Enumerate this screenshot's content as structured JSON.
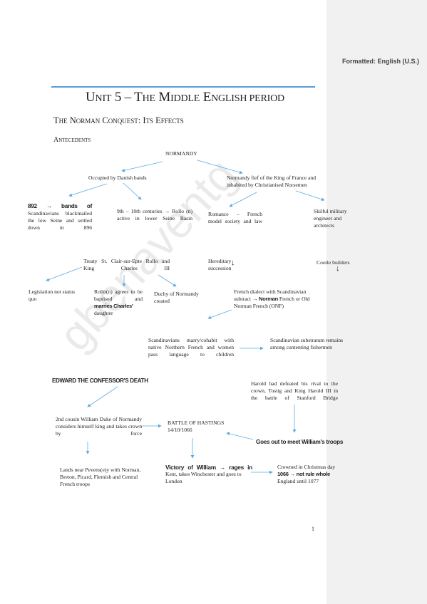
{
  "sidebar": {
    "label": "Formatted: English (U.S.)"
  },
  "title": {
    "big1": "U",
    "small1": "NIT",
    "num": "5 – T",
    "small2": "HE",
    "big2": "M",
    "small3": "IDDLE",
    "big3": "E",
    "small4": "NGLISH PERIOD"
  },
  "subtitle": "The Norman Conquest: Its Effects",
  "section_heading": "Antecedents",
  "nodes": {
    "normandy": "NORMANDY",
    "danish": "Occupied by Danish bands",
    "fief": "Normandy fief of the King of France and inhabited by Christianised Norsemen",
    "bands892_bold": "892 → bands of",
    "bands892_rest": "Scandinavians blackmailed the low Seine and settled down in 896",
    "centuries_pre": "9th – 10th centuries → Rollo (n) active in lower Seine Basin",
    "centuries_bold": "centuries →",
    "romance": "Romance – French model society and law",
    "military": "Skilful military engineer and architects",
    "hereditary_arrow": "↓",
    "hereditary": "Hereditary succession",
    "cootle_arrow": "↓",
    "cootle": "Cootle builders",
    "treaty": "Treaty St. Clair-sur-Epte Rollo and King Charles III",
    "legislation": "Legislation not status quo",
    "rollo_baptised": "Rollo(n) agrees to be baptised and",
    "rollo_bold": "marries Charles'",
    "rollo_end": "daughter",
    "duchy": "Duchy of Normandy created",
    "dialect_1": "French dialect with Scandinavian subtract",
    "dialect_bold": "→ Norman",
    "dialect_2": "French or Old Norman French (ONF)",
    "marry": "Scandinavians marry/cohabit with native Northern French and women pass language to children",
    "substratum": "Scandinavian substratum remains among contenting fishermen",
    "edward": "EDWARD THE CONFESSOR'S DEATH",
    "harold": "Harold had defeated his rival to the crown, Tostig and King Harold III in the battle of Stanford Bridge",
    "cousin": "2nd cousin William Duke of Normandy considers himself king and takes crown by force",
    "battle_1": "BATTLE OF HASTINGS",
    "battle_2": "14/10/1066",
    "goes_out": "Goes out to meet William's troops",
    "lands": "Lands near Pevens(e)y with Norman, Breton, Picard, Flemish and Central French troops",
    "victory_bold": "Victory of William → rages in",
    "victory_rest": "Kent, takes Winchester and goes to London",
    "crowned_1": "Crowned in Christmas day",
    "crowned_bold": "1066 → not rule whole",
    "crowned_2": "England until 1077"
  },
  "watermark": "gbenaventg",
  "page_number": "1",
  "colors": {
    "rule": "#5b9bd5",
    "arrow": "#5aabe3",
    "sidebar": "#f1f1f1"
  }
}
